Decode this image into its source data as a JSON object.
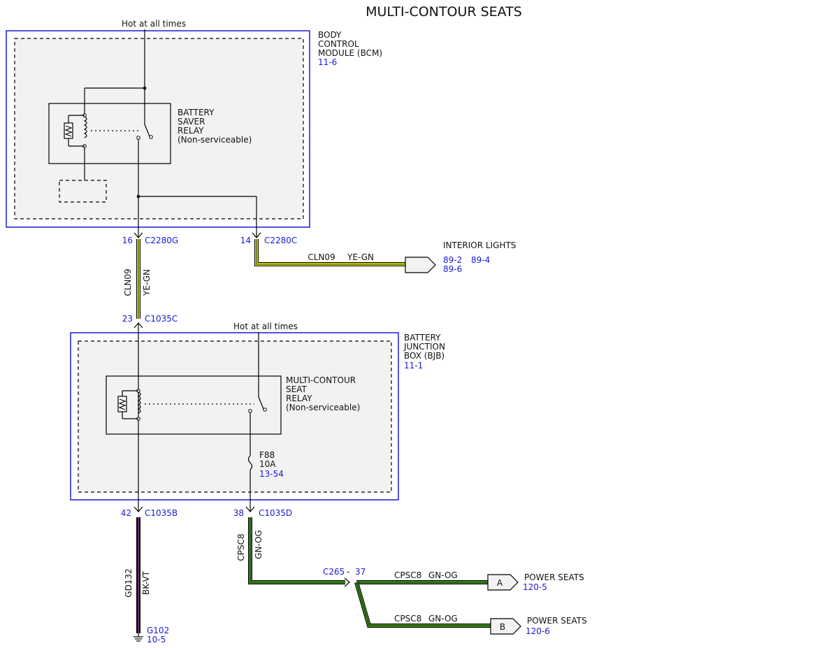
{
  "title": "MULTI-CONTOUR SEATS",
  "colors": {
    "reference": "#1a1ad6",
    "module_border": "#1a1ad6",
    "ye_gn": "#d4e41c",
    "gn_og": "#3d8c1a",
    "bk_vt": "#8a2a8a"
  },
  "bcm": {
    "feed_label": "Hot at all times",
    "name_l1": "BODY",
    "name_l2": "CONTROL",
    "name_l3": "MODULE (BCM)",
    "ref": "11-6",
    "relay_l1": "BATTERY",
    "relay_l2": "SAVER",
    "relay_l3": "RELAY",
    "relay_l4": "(Non-serviceable)"
  },
  "bjb": {
    "feed_label": "Hot at all times",
    "name_l1": "BATTERY",
    "name_l2": "JUNCTION",
    "name_l3": "BOX (BJB)",
    "ref": "11-1",
    "relay_l1": "MULTI-CONTOUR",
    "relay_l2": "SEAT",
    "relay_l3": "RELAY",
    "relay_l4": "(Non-serviceable)",
    "fuse_name": "F88",
    "fuse_rating": "10A",
    "fuse_ref": "13-54"
  },
  "connectors": {
    "c2280g_pin": "16",
    "c2280g": "C2280G",
    "c2280c_pin": "14",
    "c2280c": "C2280C",
    "c1035c_pin": "23",
    "c1035c": "C1035C",
    "c1035b_pin": "42",
    "c1035b": "C1035B",
    "c1035d_pin": "38",
    "c1035d": "C1035D",
    "c265": "C265",
    "c265_sep": "-",
    "c265_pin": "37"
  },
  "wires": {
    "cln09_v_circuit": "CLN09",
    "cln09_v_color": "YE-GN",
    "cln09_h_circuit": "CLN09",
    "cln09_h_color": "YE-GN",
    "cpsc8_v_circuit": "CPSC8",
    "cpsc8_v_color": "GN-OG",
    "gd132_circuit": "GD132",
    "gd132_color": "BK-VT",
    "cpsc8_a_circuit": "CPSC8",
    "cpsc8_a_color": "GN-OG",
    "cpsc8_b_circuit": "CPSC8",
    "cpsc8_b_color": "GN-OG"
  },
  "destinations": {
    "interior_lights": "INTERIOR LIGHTS",
    "il_ref1": "89-2",
    "il_ref2": "89-4",
    "il_ref3": "89-6",
    "a_letter": "A",
    "a_label": "POWER SEATS",
    "a_ref": "120-5",
    "b_letter": "B",
    "b_label": "POWER SEATS",
    "b_ref": "120-6"
  },
  "ground": {
    "name": "G102",
    "ref": "10-5"
  }
}
